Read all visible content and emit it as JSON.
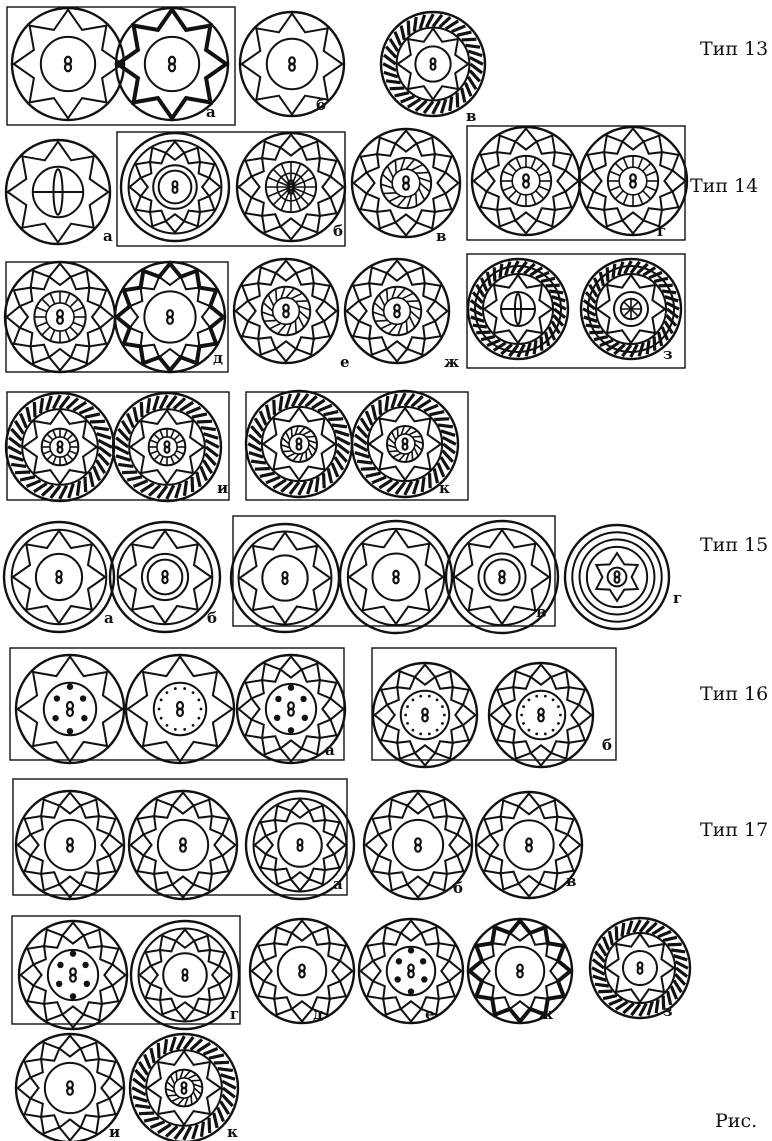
{
  "type_labels": [
    "Тип 13",
    "Тип 14",
    "Тип 15",
    "Тип 16",
    "Тип 17"
  ],
  "caption": "Рис.",
  "variants": {
    "t13": [
      "а",
      "б",
      "в"
    ],
    "t14": [
      "а",
      "б",
      "в",
      "г",
      "д",
      "е",
      "ж",
      "з",
      "и",
      "к"
    ],
    "t15": [
      "а",
      "б",
      "в",
      "г"
    ],
    "t16": [
      "а",
      "б"
    ],
    "t17": [
      "а",
      "б",
      "в",
      "г",
      "д",
      "е",
      "ж",
      "з",
      "и",
      "к"
    ]
  },
  "ornaments": [
    {
      "style": "star8"
    },
    {
      "style": "star8-dark"
    },
    {
      "style": "star8"
    },
    {
      "style": "hatched"
    },
    {
      "style": "star8-cross"
    },
    {
      "style": "star12-rings"
    },
    {
      "style": "star12-spokes"
    },
    {
      "style": "star12-spiral"
    },
    {
      "style": "star12-grid"
    },
    {
      "style": "star12-grid"
    },
    {
      "style": "star12-grid"
    },
    {
      "style": "star12-dark"
    },
    {
      "style": "star12-swirl"
    },
    {
      "style": "star12-swirl"
    },
    {
      "style": "ring-hatched-cross"
    },
    {
      "style": "ring-hatched-wheel"
    },
    {
      "style": "hatched-grid"
    },
    {
      "style": "hatched-grid"
    },
    {
      "style": "hatched-swirl"
    },
    {
      "style": "hatched-swirl"
    },
    {
      "style": "star8-ring"
    },
    {
      "style": "star8-rings"
    },
    {
      "style": "star8-outer"
    },
    {
      "style": "star8-outer"
    },
    {
      "style": "star8-outer-rings"
    },
    {
      "style": "concentric-star"
    },
    {
      "style": "star8-dots"
    },
    {
      "style": "star8-dotted"
    },
    {
      "style": "star12-dots"
    },
    {
      "style": "star12-dotted"
    },
    {
      "style": "star12-dotted"
    },
    {
      "style": "star-double"
    },
    {
      "style": "star-double"
    },
    {
      "style": "star-double-ring"
    },
    {
      "style": "star-double"
    },
    {
      "style": "star-double"
    },
    {
      "style": "star-double-dots"
    },
    {
      "style": "star-double-ring"
    },
    {
      "style": "star-double"
    },
    {
      "style": "star-double-dots"
    },
    {
      "style": "star-double-dark"
    },
    {
      "style": "hatched-star"
    },
    {
      "style": "star-double"
    },
    {
      "style": "hatched-swirl"
    }
  ]
}
